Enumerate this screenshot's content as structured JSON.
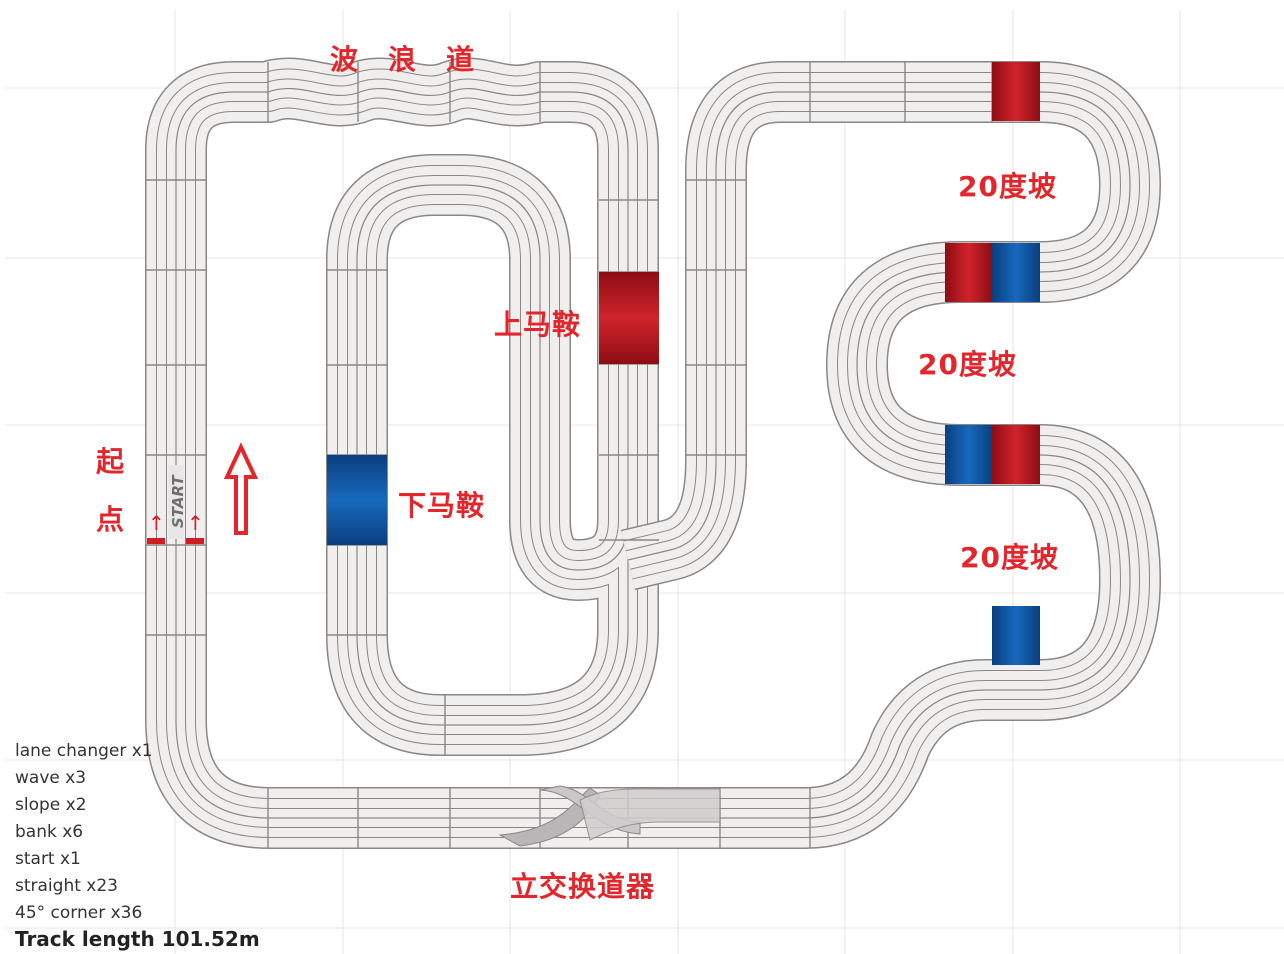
{
  "annotations": {
    "wave": "波　浪　道",
    "start_1": "起",
    "start_2": "点",
    "saddle_up": "上马鞍",
    "saddle_down": "下马鞍",
    "slope_1": "20度坡",
    "slope_2": "20度坡",
    "slope_3": "20度坡",
    "crossover": "立交换道器"
  },
  "track": {
    "start_label": "START",
    "start_arrows": "↑"
  },
  "parts_list": [
    "lane changer x1",
    "wave x3",
    "slope x2",
    "bank x6",
    "start x1",
    "straight x23",
    "45° corner x36"
  ],
  "total_length": "Track length 101.52m",
  "colors": {
    "annotation": "#e3262b",
    "slope_red": "#b3131d",
    "slope_blue": "#0d4f9b",
    "track_fill": "#f1eeee",
    "track_edge": "#8a8787"
  }
}
